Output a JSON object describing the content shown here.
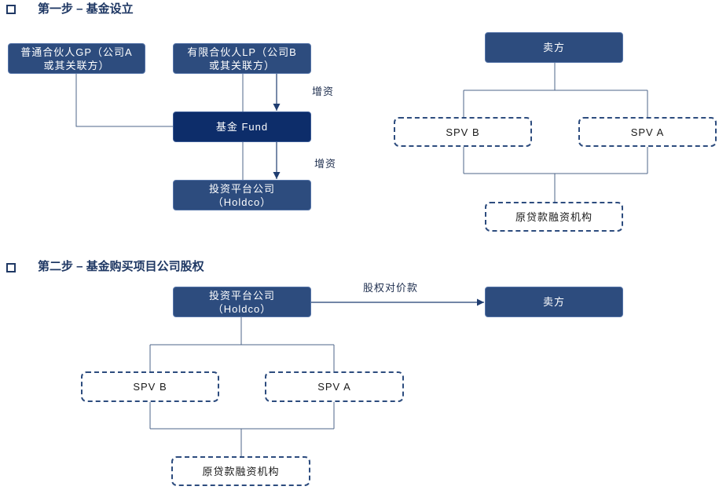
{
  "step1": {
    "title": "第一步 – 基金设立",
    "gp": {
      "line1": "普通合伙人GP（公司A",
      "line2": "或其关联方）"
    },
    "lp": {
      "line1": "有限合伙人LP（公司B",
      "line2": "或其关联方）"
    },
    "lp_to_fund_label": "增资",
    "fund": "基金 Fund",
    "fund_to_holdco_label": "增资",
    "holdco": {
      "line1": "投资平台公司",
      "line2": "（Holdco）"
    },
    "seller": "卖方",
    "spv_b": "SPV B",
    "spv_a": "SPV A",
    "lender": "原贷款融资机构"
  },
  "step2": {
    "title": "第二步 – 基金购买项目公司股权",
    "holdco": {
      "line1": "投资平台公司",
      "line2": "（Holdco）"
    },
    "payment_label": "股权对价款",
    "seller": "卖方",
    "spv_b": "SPV B",
    "spv_a": "SPV A",
    "lender": "原贷款融资机构"
  },
  "icons": {
    "section_bullet": "square-outline-icon"
  },
  "colors": {
    "heading": "#1f3864",
    "box_fill": "#2d4c7e",
    "fund_fill": "#0d2d6a",
    "connector": "#4d6488",
    "arrow": "#1f3d70",
    "dashed_border": "#2d4c7e"
  }
}
